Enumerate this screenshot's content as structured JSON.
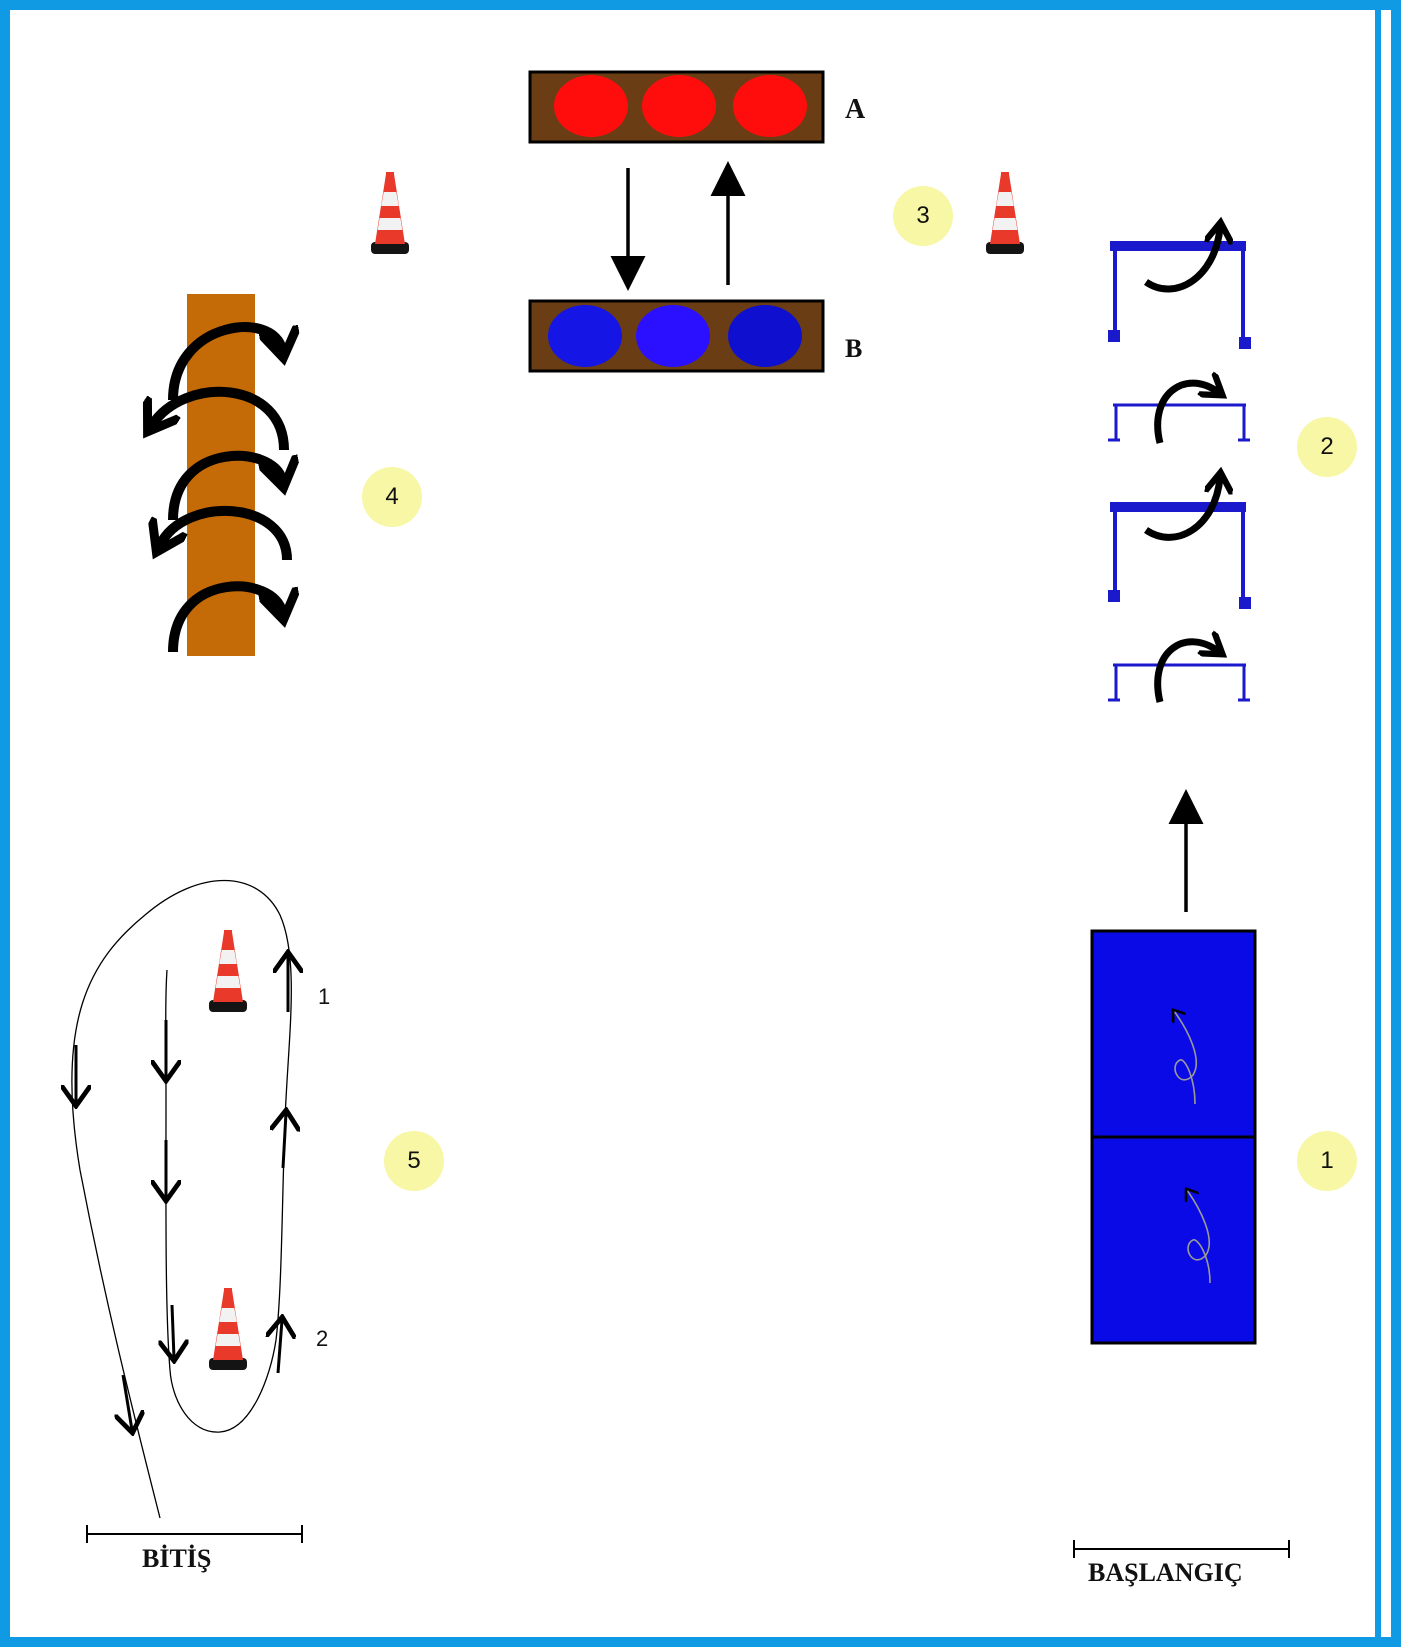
{
  "colors": {
    "border": "#109ae3",
    "board_brown": "#6a3d14",
    "red_disc": "#ff0d0d",
    "blue_disc": "#1515e6",
    "hurdle_blue": "#1a1acc",
    "mat_blue": "#0a0ae6",
    "beam_orange": "#c46a06",
    "station_circle": "#f7f7a6",
    "cone_orange": "#e8392b"
  },
  "stations": [
    {
      "id": "station-1",
      "label": "1"
    },
    {
      "id": "station-2",
      "label": "2"
    },
    {
      "id": "station-3",
      "label": "3"
    },
    {
      "id": "station-4",
      "label": "4"
    },
    {
      "id": "station-5",
      "label": "5"
    }
  ],
  "boards": {
    "top_label": "A",
    "bottom_label": "B"
  },
  "slalom": {
    "cone1_label": "1",
    "cone2_label": "2"
  },
  "start_label": "BAŞLANGIÇ",
  "finish_label": "BİTİŞ"
}
